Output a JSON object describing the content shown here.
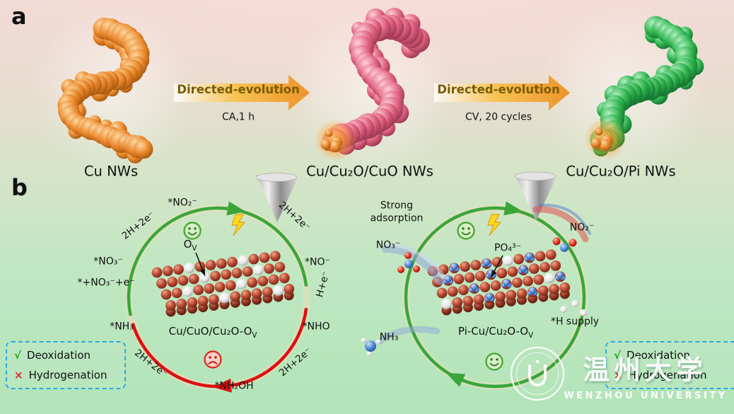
{
  "panel_a": {
    "label": "a",
    "stage_labels": [
      "Cu NWs",
      "Cu/Cu₂O/CuO NWs",
      "Cu/Cu₂O/Pi NWs"
    ],
    "arrow1": {
      "title": "Directed-evolution",
      "condition": "CA,1 h"
    },
    "arrow2": {
      "title": "Directed-evolution",
      "condition": "CV, 20 cycles"
    }
  },
  "panel_b": {
    "label": "b",
    "left_cycle": {
      "no2": "*NO₂⁻",
      "no3": "*NO₃⁻",
      "no3_e": "*+NO₃⁻+e⁻",
      "nh3": "*NH₃",
      "nh2oh": "*NH₂OH",
      "nho": "*NHO",
      "h_e": "H+e⁻",
      "no": "*NO⁻",
      "h_steps": [
        "2H+2e⁻",
        "2H+2e⁻",
        "2H+2e⁻",
        "2H+2e⁻"
      ],
      "vacancy": {
        "main": "O",
        "sub": "V"
      },
      "material": {
        "main": "Cu/CuO/Cu₂O-O",
        "sub": "V"
      }
    },
    "right_cycle": {
      "strong_line1": "Strong",
      "strong_line2": "adsorption",
      "no3": "NO₃⁻",
      "no2": "NO₂⁻",
      "nh3": "NH₃",
      "phosphate": "PO₄³⁻",
      "h_supply": "*H supply",
      "material": {
        "main": "Pi-Cu/Cu₂O-O",
        "sub": "V"
      }
    },
    "legend": {
      "check": "√",
      "cross": "×",
      "deoxidation": "Deoxidation",
      "hydrogenation": "Hydrogenation"
    }
  },
  "watermark": {
    "cn": "温州大学",
    "en": "WENZHOU UNIVERSITY"
  },
  "colors": {
    "legend_border": "#29abe2",
    "check_green": "#1fa31f",
    "cross_red": "#e02020",
    "arrow_title_color": "#7a5c00",
    "cycle_green": "#3aa63a",
    "cycle_red": "#dd1111",
    "cu_orange": "#e8862a",
    "cuo_pink": "#df6080",
    "pi_green": "#2eb34d"
  }
}
